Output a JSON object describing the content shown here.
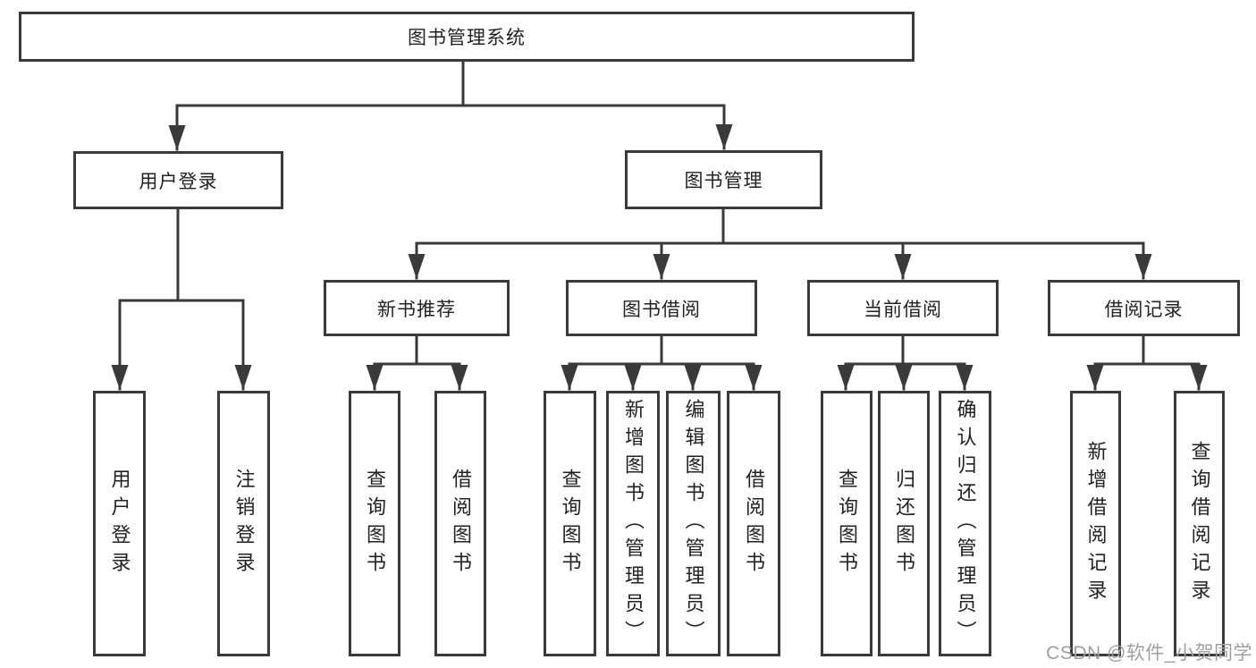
{
  "tree": {
    "root": {
      "label": "图书管理系统"
    },
    "branches": [
      {
        "label": "用户登录",
        "children": [
          {
            "label": "用户登录"
          },
          {
            "label": "注销登录"
          }
        ]
      },
      {
        "label": "图书管理",
        "children": [
          {
            "label": "新书推荐",
            "children": [
              {
                "label": "查询图书"
              },
              {
                "label": "借阅图书"
              }
            ]
          },
          {
            "label": "图书借阅",
            "children": [
              {
                "label": "查询图书"
              },
              {
                "label": "新增图书（管理员）"
              },
              {
                "label": "编辑图书（管理员）"
              },
              {
                "label": "借阅图书"
              }
            ]
          },
          {
            "label": "当前借阅",
            "children": [
              {
                "label": "查询图书"
              },
              {
                "label": "归还图书"
              },
              {
                "label": "确认归还（管理员）"
              }
            ]
          },
          {
            "label": "借阅记录",
            "children": [
              {
                "label": "新增借阅记录"
              },
              {
                "label": "查询借阅记录"
              }
            ]
          }
        ]
      }
    ]
  },
  "watermark": {
    "text": "CSDN @软件_小贺同学"
  },
  "colors": {
    "line": "#3a3a3a",
    "text": "#222222",
    "watermark": "#9f9f9f",
    "background": "#ffffff"
  }
}
